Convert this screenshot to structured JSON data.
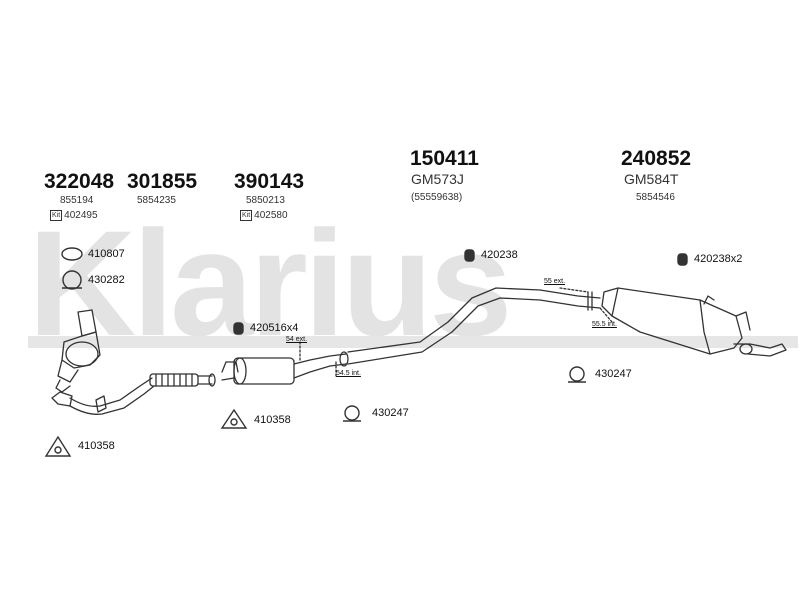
{
  "watermark": {
    "text": "Klarius"
  },
  "columns": [
    {
      "part": "322048",
      "oe": "855194",
      "kit_icon": "Kit",
      "kit": "402495"
    },
    {
      "part": "301855",
      "oe": "5854235"
    },
    {
      "part": "390143",
      "oe": "5850213",
      "kit_icon": "Kit",
      "kit": "402580"
    },
    {
      "part": "150411",
      "oe": "GM573J",
      "oe2": "(55559638)"
    },
    {
      "part": "240852",
      "oe": "GM584T",
      "oe2": "5854546"
    }
  ],
  "fittings": [
    {
      "id": "410807",
      "icon": "gasket-ring-icon"
    },
    {
      "id": "430282",
      "icon": "clamp-icon"
    },
    {
      "id": "420516x4",
      "icon": "rubber-mount-icon"
    },
    {
      "id": "420238",
      "icon": "rubber-mount-icon"
    },
    {
      "id": "420238x2",
      "icon": "rubber-mount-icon"
    },
    {
      "id": "410358",
      "icon": "triangle-gasket-icon"
    },
    {
      "id": "430247",
      "icon": "clamp-icon"
    },
    {
      "id": "430247",
      "icon": "clamp-icon"
    },
    {
      "id": "410358",
      "icon": "triangle-gasket-icon"
    }
  ],
  "measurements": {
    "m54_ext": "54 ext.",
    "m54_5_int": "54.5 int.",
    "m55_ext": "55 ext.",
    "m55_5_int": "55.5 int."
  }
}
